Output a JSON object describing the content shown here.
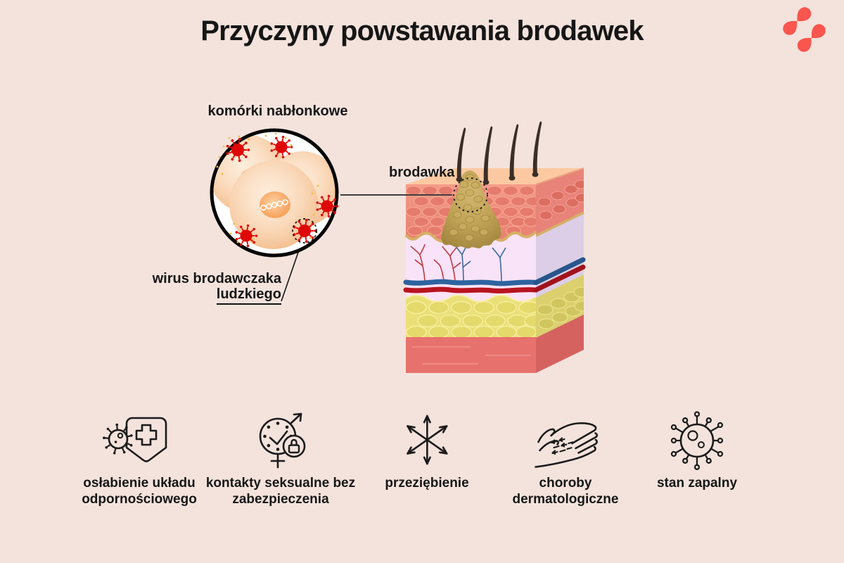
{
  "page": {
    "title": "Przyczyny powstawania brodawek",
    "background": "#f3e3dc"
  },
  "logo": {
    "name": "four-petal-flower",
    "color": "#f9564e"
  },
  "diagram": {
    "cells_label": "komórki nabłonkowe",
    "virus_label": {
      "line1": "wirus brodawczaka",
      "line2": "ludzkiego"
    },
    "wart_label": "brodawka"
  },
  "causes": [
    {
      "icon": "immune-shield-virus-icon",
      "label": "osłabienie układu odpornościowego"
    },
    {
      "icon": "clock-gender-lock-icon",
      "label": "kontakty seksualne bez zabezpieczenia"
    },
    {
      "icon": "snowflake-icon",
      "label": "przeziębienie"
    },
    {
      "icon": "hand-skin-icon",
      "label": "choroby dermatologiczne"
    },
    {
      "icon": "virus-icon",
      "label": "stan zapalny"
    }
  ],
  "colors": {
    "text": "#161616",
    "accent": "#f9564e",
    "virus_red": "#df0808",
    "cell_fill": "#f8d0ab",
    "nucleus": "#f5a058",
    "skin_top": "#fcc9a2",
    "epidermis": "#ee8f7e",
    "dermis_front": "#f9e3f8",
    "dermis_side": "#dbcee6",
    "fat": "#ebe077",
    "muscle": "#e7716d",
    "wart": "#c0a255",
    "vessel_red": "#b8141f",
    "vessel_blue": "#2d639f",
    "outline_black": "#0a0a0a"
  }
}
